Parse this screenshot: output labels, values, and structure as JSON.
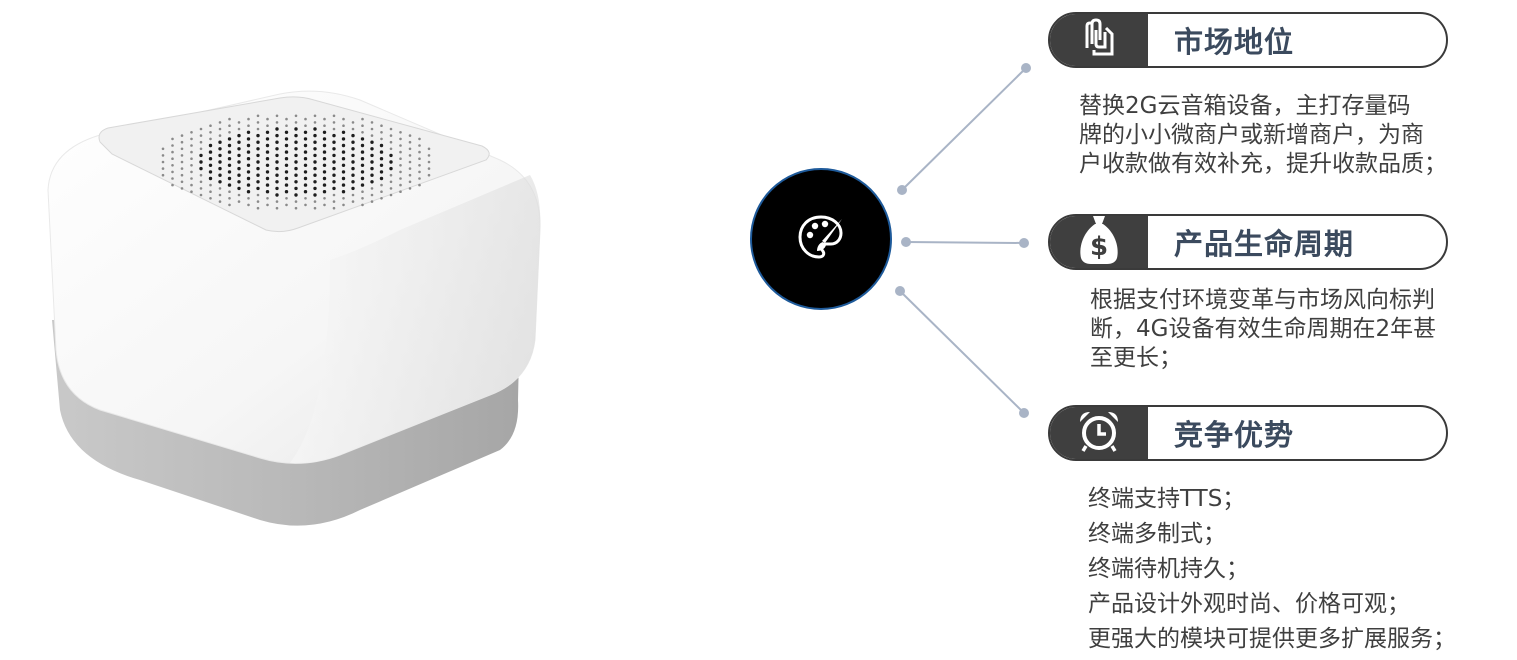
{
  "sections": [
    {
      "icon": "paperclip-document-icon",
      "title": "市场地位",
      "lines": [
        "替换2G云音箱设备，主打存量码",
        "牌的小小微商户或新增商户，为商",
        "户收款做有效补充，提升收款品质；"
      ]
    },
    {
      "icon": "money-bag-icon",
      "title": "产品生命周期",
      "lines": [
        "根据支付环境变革与市场风向标判",
        "断，4G设备有效生命周期在2年甚",
        "至更长；"
      ]
    },
    {
      "icon": "alarm-clock-icon",
      "title": "竞争优势",
      "bullets": [
        "终端支持TTS；",
        "终端多制式；",
        "终端待机持久；",
        "产品设计外观时尚、价格可观；",
        "更强大的模块可提供更多扩展服务；"
      ]
    }
  ],
  "hub_icon": "palette-icon",
  "colors": {
    "cap": "#3f3f3f",
    "title": "#3b4a5e",
    "text": "#3f3f3f",
    "connector": "#a9b4c6",
    "hub_ring": "#1e5a9a"
  }
}
